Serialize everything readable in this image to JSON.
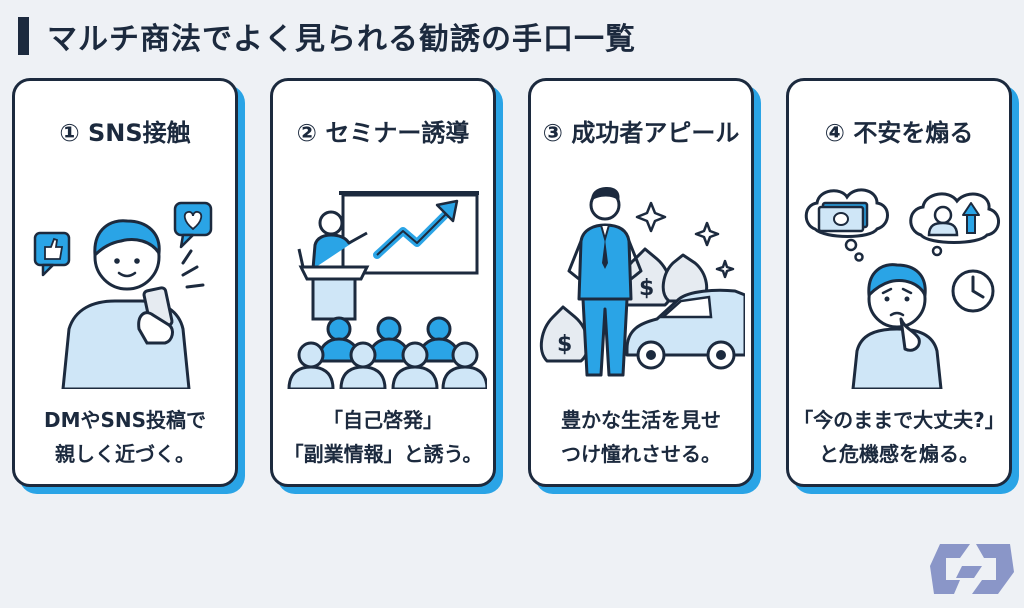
{
  "title": "マルチ商法でよく見られる勧誘の手口一覧",
  "colors": {
    "navy": "#1c2a3e",
    "accent": "#2aa4e6",
    "light_blue": "#cfe6f7",
    "logo": "#8a96c8"
  },
  "cards": [
    {
      "heading": "① SNS接触",
      "desc_line1": "DMやSNS投稿で",
      "desc_line2": "親しく近づく。",
      "illustration": "person-with-smartphone-like-heart-icons"
    },
    {
      "heading": "② セミナー誘導",
      "desc_line1": "「自己啓発」",
      "desc_line2": "「副業情報」と誘う。",
      "illustration": "seminar-presenter-chart-audience"
    },
    {
      "heading": "③ 成功者アピール",
      "desc_line1": "豊かな生活を見せ",
      "desc_line2": "つけ憧れさせる。",
      "illustration": "businessman-money-bags-car-sparkles"
    },
    {
      "heading": "④ 不安を煽る",
      "desc_line1": "「今のままで大丈夫?」",
      "desc_line2": "と危機感を煽る。",
      "illustration": "worried-person-money-aging-clock"
    }
  ],
  "logo": "site-logo-icon"
}
